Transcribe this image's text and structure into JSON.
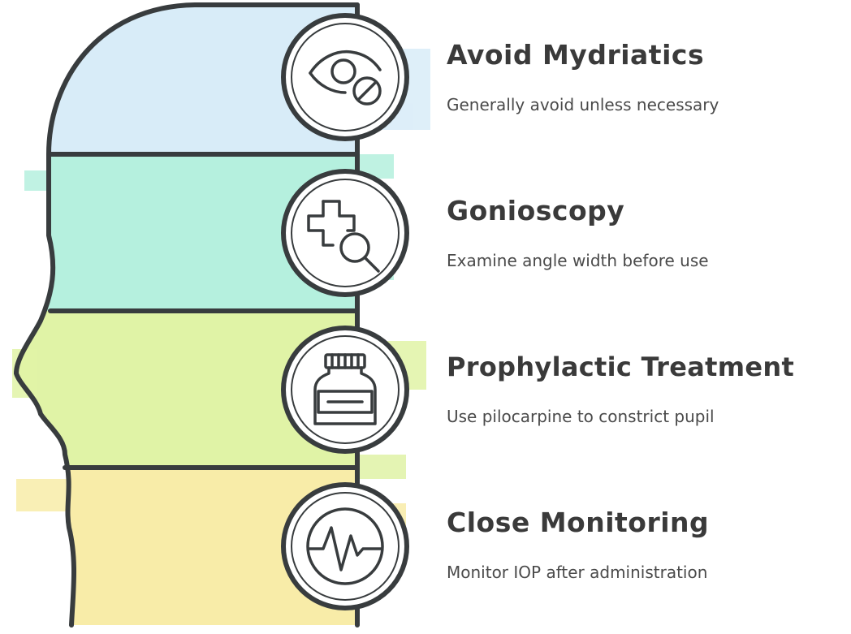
{
  "colors": {
    "band_1": "#d8ecf8",
    "band_2": "#b5f0de",
    "band_3": "#e0f3a6",
    "band_4": "#f8eca8",
    "outline": "#383c3e"
  },
  "items": [
    {
      "title": "Avoid Mydriatics",
      "description": "Generally avoid unless necessary",
      "icon": "eye-with-prohibition-icon"
    },
    {
      "title": "Gonioscopy",
      "description": "Examine angle width before use",
      "icon": "medical-cross-magnifier-icon"
    },
    {
      "title": "Prophylactic Treatment",
      "description": "Use pilocarpine to constrict pupil",
      "icon": "medicine-bottle-icon"
    },
    {
      "title": "Close Monitoring",
      "description": "Monitor IOP after administration",
      "icon": "heartbeat-monitor-icon"
    }
  ]
}
